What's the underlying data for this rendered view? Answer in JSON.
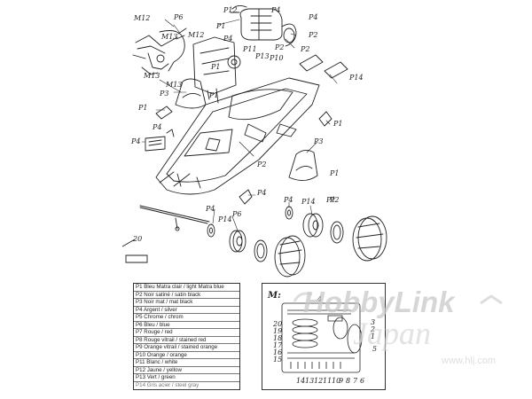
{
  "part_labels": {
    "top_left": [
      "M12",
      "P6",
      "M13",
      "M12",
      "M13",
      "M13"
    ],
    "engine": [
      "P12",
      "P4",
      "P4",
      "P1",
      "P2",
      "P4",
      "P11",
      "P13",
      "P10",
      "P2"
    ],
    "body": [
      "P1",
      "P3",
      "P1",
      "P4",
      "P2",
      "P1",
      "P14",
      "P1",
      "P4",
      "P3",
      "P2",
      "P4",
      "P1",
      "P2"
    ],
    "rear": [
      "P4",
      "P14",
      "P6",
      "P14",
      "P4",
      "P1"
    ],
    "misc": [
      "20"
    ]
  },
  "legend": {
    "rows": [
      "P1 Bleu Matra clair / light Matra blue",
      "P2 Noir satiné / satin black",
      "P3 Noir mat / mat black",
      "P4 Argent / silver",
      "P5 Chrome / chrom",
      "P6 Bleu / blue",
      "P7 Rouge / red",
      "P8 Rouge vitrail / stained red",
      "P9 Orange vitrail / stained orange",
      "P10 Orange / orange",
      "P11 Blanc / white",
      "P12 Jaune / yellow",
      "P13 Vert / green",
      "P14 Gris acier / steel gray"
    ]
  },
  "photoetch_sheet": {
    "title": "M:",
    "callouts": [
      "4",
      "20",
      "19",
      "18",
      "17",
      "16",
      "15",
      "3",
      "2",
      "1",
      "5",
      "14",
      "13",
      "12",
      "11",
      "10",
      "9",
      "8",
      "7",
      "6"
    ]
  },
  "watermark": {
    "brand": "HobbyLink",
    "script": "Japan",
    "url": "www.hlj.com"
  }
}
